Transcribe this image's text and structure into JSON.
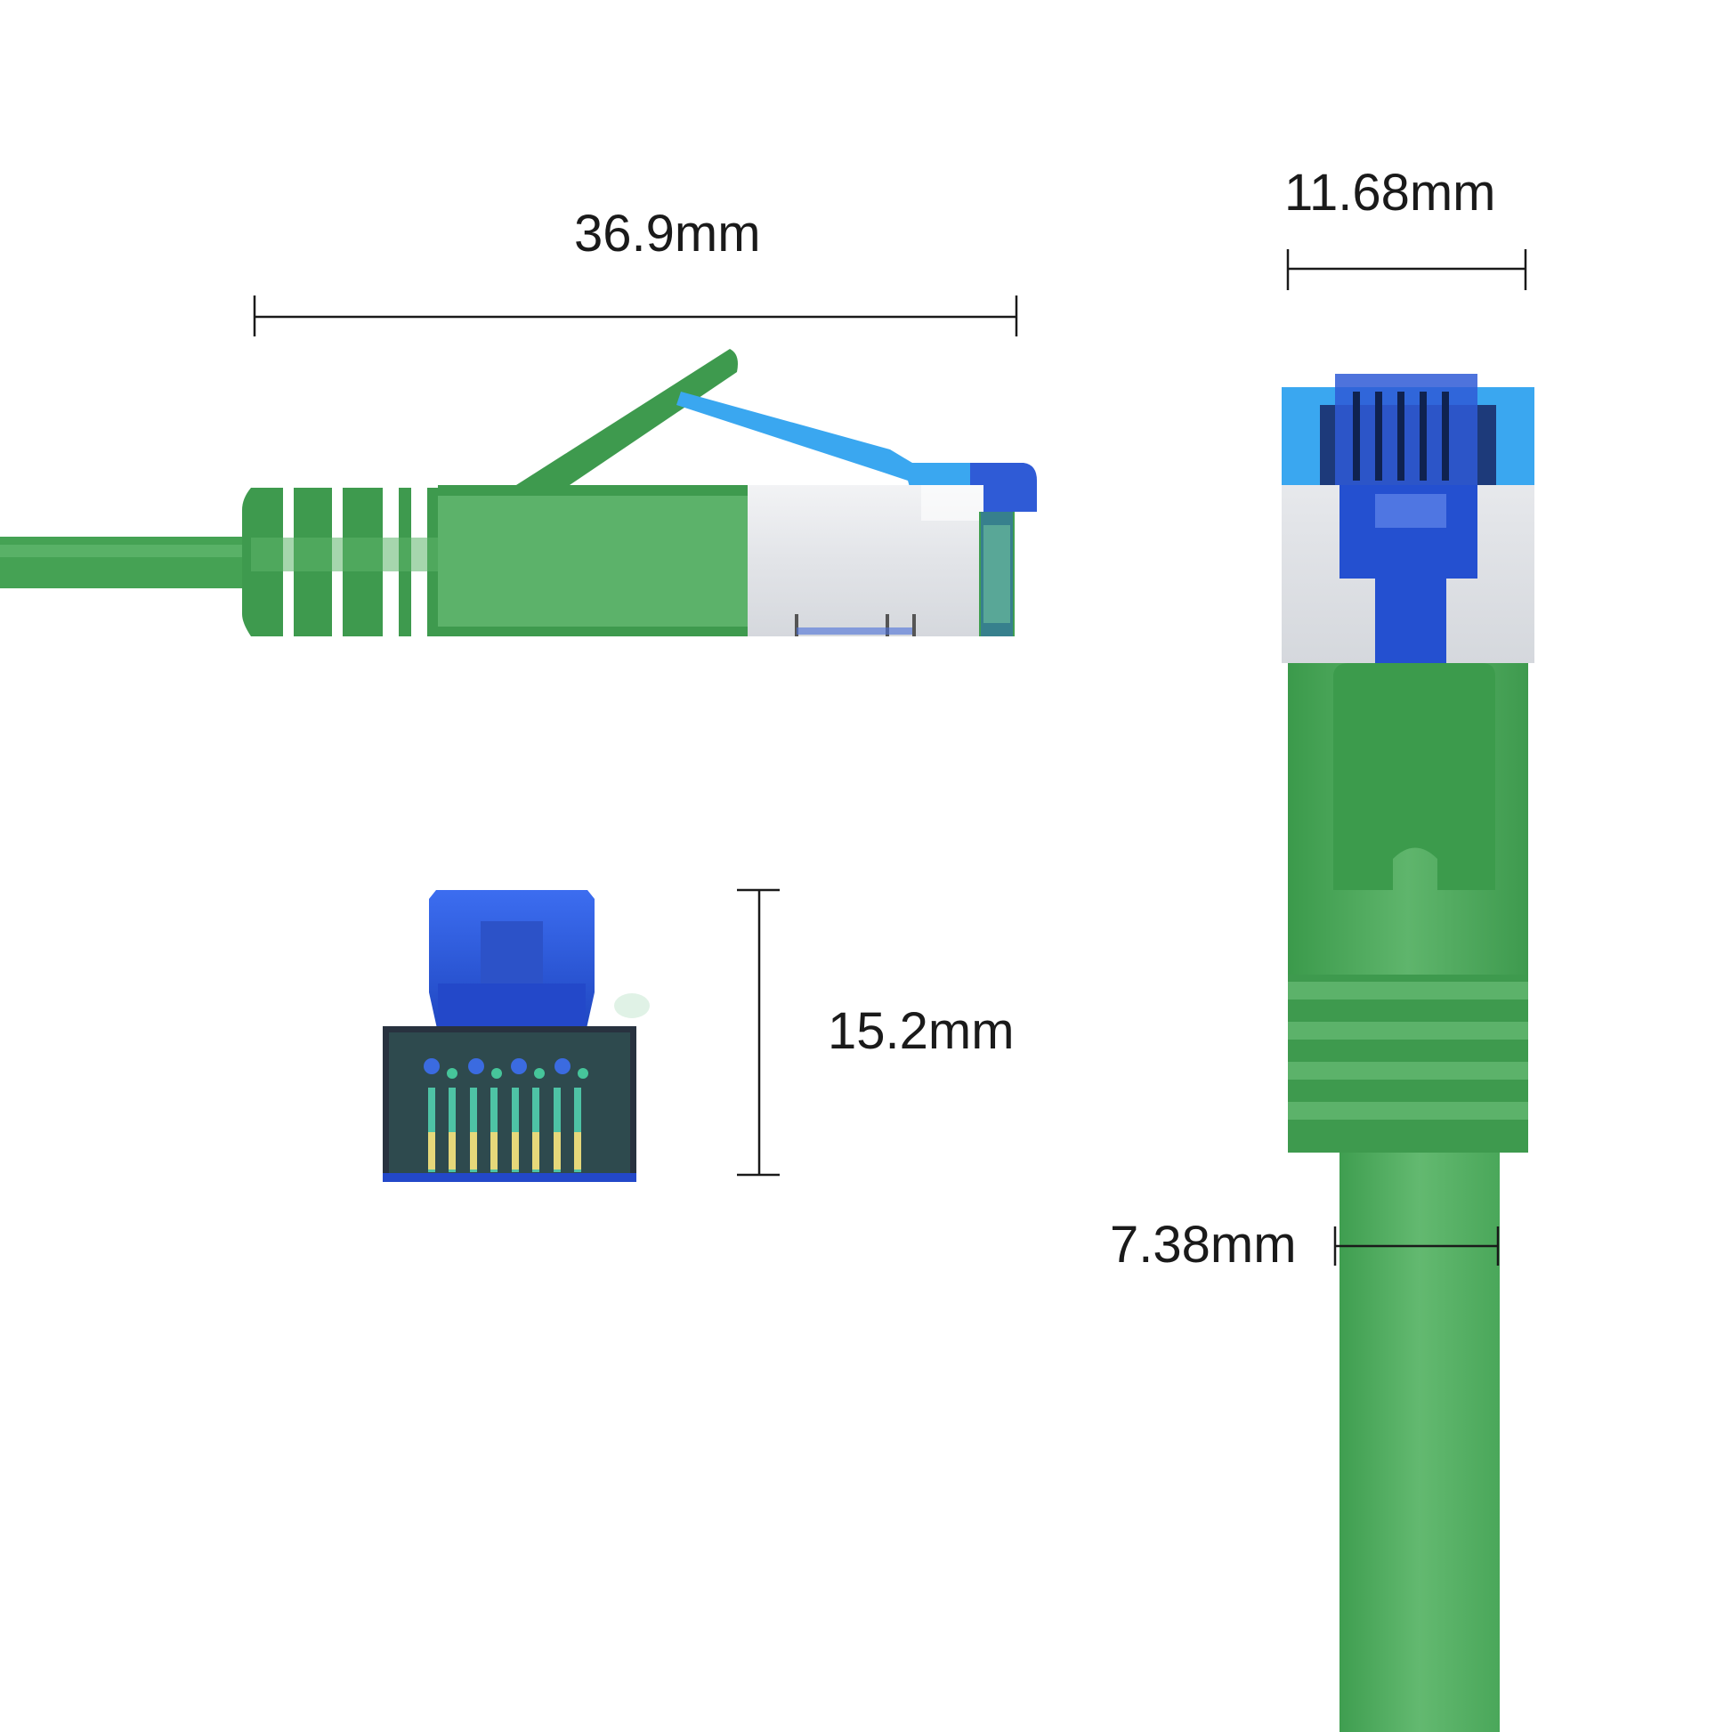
{
  "dimensions": {
    "plug_length": "36.9mm",
    "plug_width": "11.68mm",
    "plug_height": "15.2mm",
    "cable_width": "7.38mm"
  },
  "colors": {
    "background": "#ffffff",
    "boot_green": "#3e9a4e",
    "boot_green_light": "#5cb26a",
    "latch_blue": "#2f5bd6",
    "clip_cyan": "#3aa7f0",
    "shield_silver": "#e4e6ea",
    "dimension_line": "#1a1a1a"
  }
}
